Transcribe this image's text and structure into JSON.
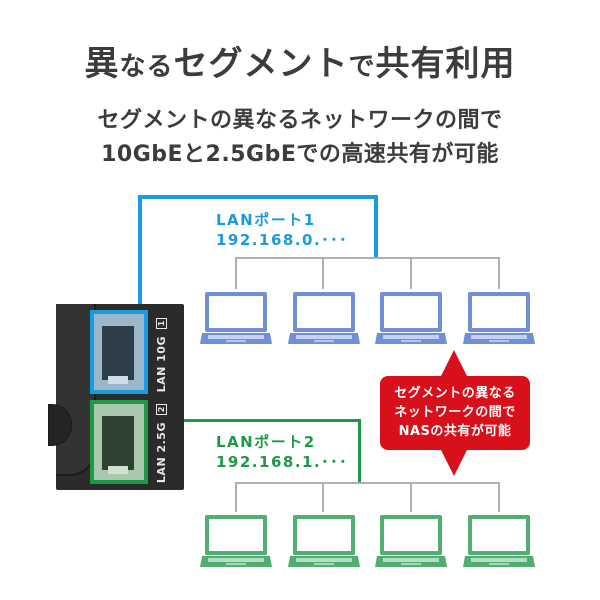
{
  "header": {
    "title_part1": "異",
    "title_part2": "なる",
    "title_part3": "セグメント",
    "title_part4": "で",
    "title_part5": "共有利用",
    "subtitle_line1": "セグメントの異なるネットワークの間で",
    "subtitle_line2": "10GbEと2.5GbEでの高速共有が可能"
  },
  "ports": [
    {
      "label": "LANポート1",
      "ip": "192.168.0.･･･",
      "device_text": "LAN 10G",
      "number": "1",
      "color": "#1a9be0"
    },
    {
      "label": "LANポート2",
      "ip": "192.168.1.･･･",
      "device_text": "LAN 2.5G",
      "number": "2",
      "color": "#1e9a47"
    }
  ],
  "networks": [
    {
      "name": "segment-1",
      "laptop_count": 4,
      "laptop_color": "#6f8fd8"
    },
    {
      "name": "segment-2",
      "laptop_count": 4,
      "laptop_color": "#4fae70"
    }
  ],
  "callout": {
    "line1": "セグメントの異なる",
    "line2": "ネットワークの間で",
    "line3": "NASの共有が可能",
    "color": "#d7101c"
  },
  "colors": {
    "title": "#3c3c3c",
    "wire": "#b0b0b0"
  }
}
